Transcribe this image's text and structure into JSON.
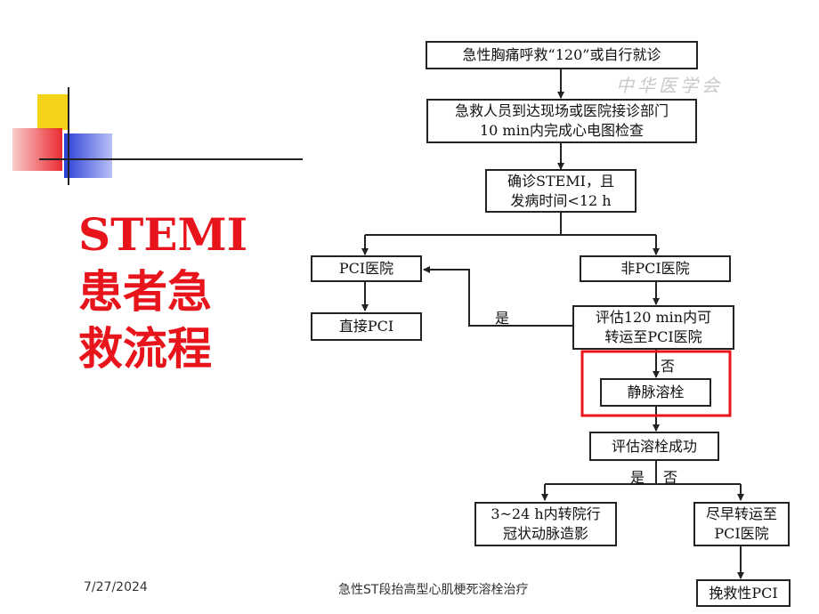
{
  "slide": {
    "title_lines": [
      "STEMI",
      "患者急",
      "救流程"
    ],
    "date": "7/27/2024",
    "footer": "急性ST段抬高型心肌梗死溶栓治疗",
    "watermark": "中华医学会"
  },
  "flowchart": {
    "nodes": {
      "n1": "急性胸痛呼救“120”或自行就诊",
      "n2": [
        "急救人员到达现场或医院接诊部门",
        "10 min内完成心电图检查"
      ],
      "n3": [
        "确诊STEMI，且",
        "发病时间<12 h"
      ],
      "n4": "PCI医院",
      "n5": "非PCI医院",
      "n6": "直接PCI",
      "n7": [
        "评估120 min内可",
        "转运至PCI医院"
      ],
      "n8": "静脉溶栓",
      "n9": "评估溶栓成功",
      "n10": [
        "3~24 h内转院行",
        "冠状动脉造影"
      ],
      "n11": [
        "尽早转运至",
        "PCI医院"
      ],
      "n12": "挽救性PCI"
    },
    "labels": {
      "yes1": "是",
      "no1": "否",
      "yes2": "是",
      "no2": "否"
    },
    "highlight_color": "#e8141b"
  }
}
